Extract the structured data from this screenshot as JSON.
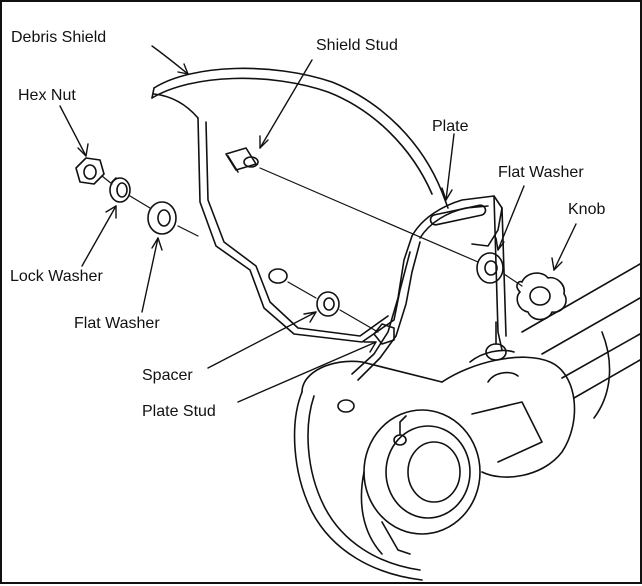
{
  "diagram": {
    "labels": {
      "debris_shield": "Debris Shield",
      "shield_stud": "Shield Stud",
      "hex_nut": "Hex Nut",
      "plate": "Plate",
      "flat_washer_right": "Flat Washer",
      "knob": "Knob",
      "lock_washer": "Lock Washer",
      "flat_washer_left": "Flat Washer",
      "spacer": "Spacer",
      "plate_stud": "Plate Stud"
    },
    "colors": {
      "line": "#111111",
      "background": "#ffffff"
    }
  }
}
